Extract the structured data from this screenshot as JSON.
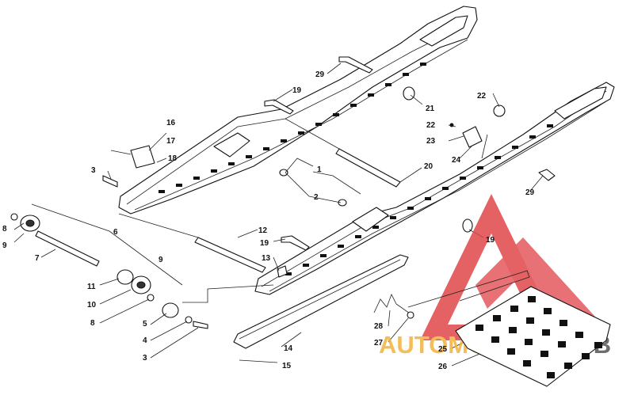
{
  "diagram": {
    "callouts": [
      "1",
      "2",
      "3",
      "3",
      "4",
      "5",
      "6",
      "7",
      "8",
      "8",
      "9",
      "9",
      "10",
      "11",
      "12",
      "13",
      "14",
      "15",
      "16",
      "17",
      "18",
      "19",
      "19",
      "19",
      "20",
      "21",
      "22",
      "22",
      "23",
      "24",
      "25",
      "26",
      "27",
      "28",
      "29",
      "29"
    ]
  },
  "watermark": {
    "word_left": "AUTOMOTO",
    "word_right": "HUB",
    "color_left": "#f2b33d",
    "color_right": "#555555",
    "triangle_color": "#e0464a"
  }
}
